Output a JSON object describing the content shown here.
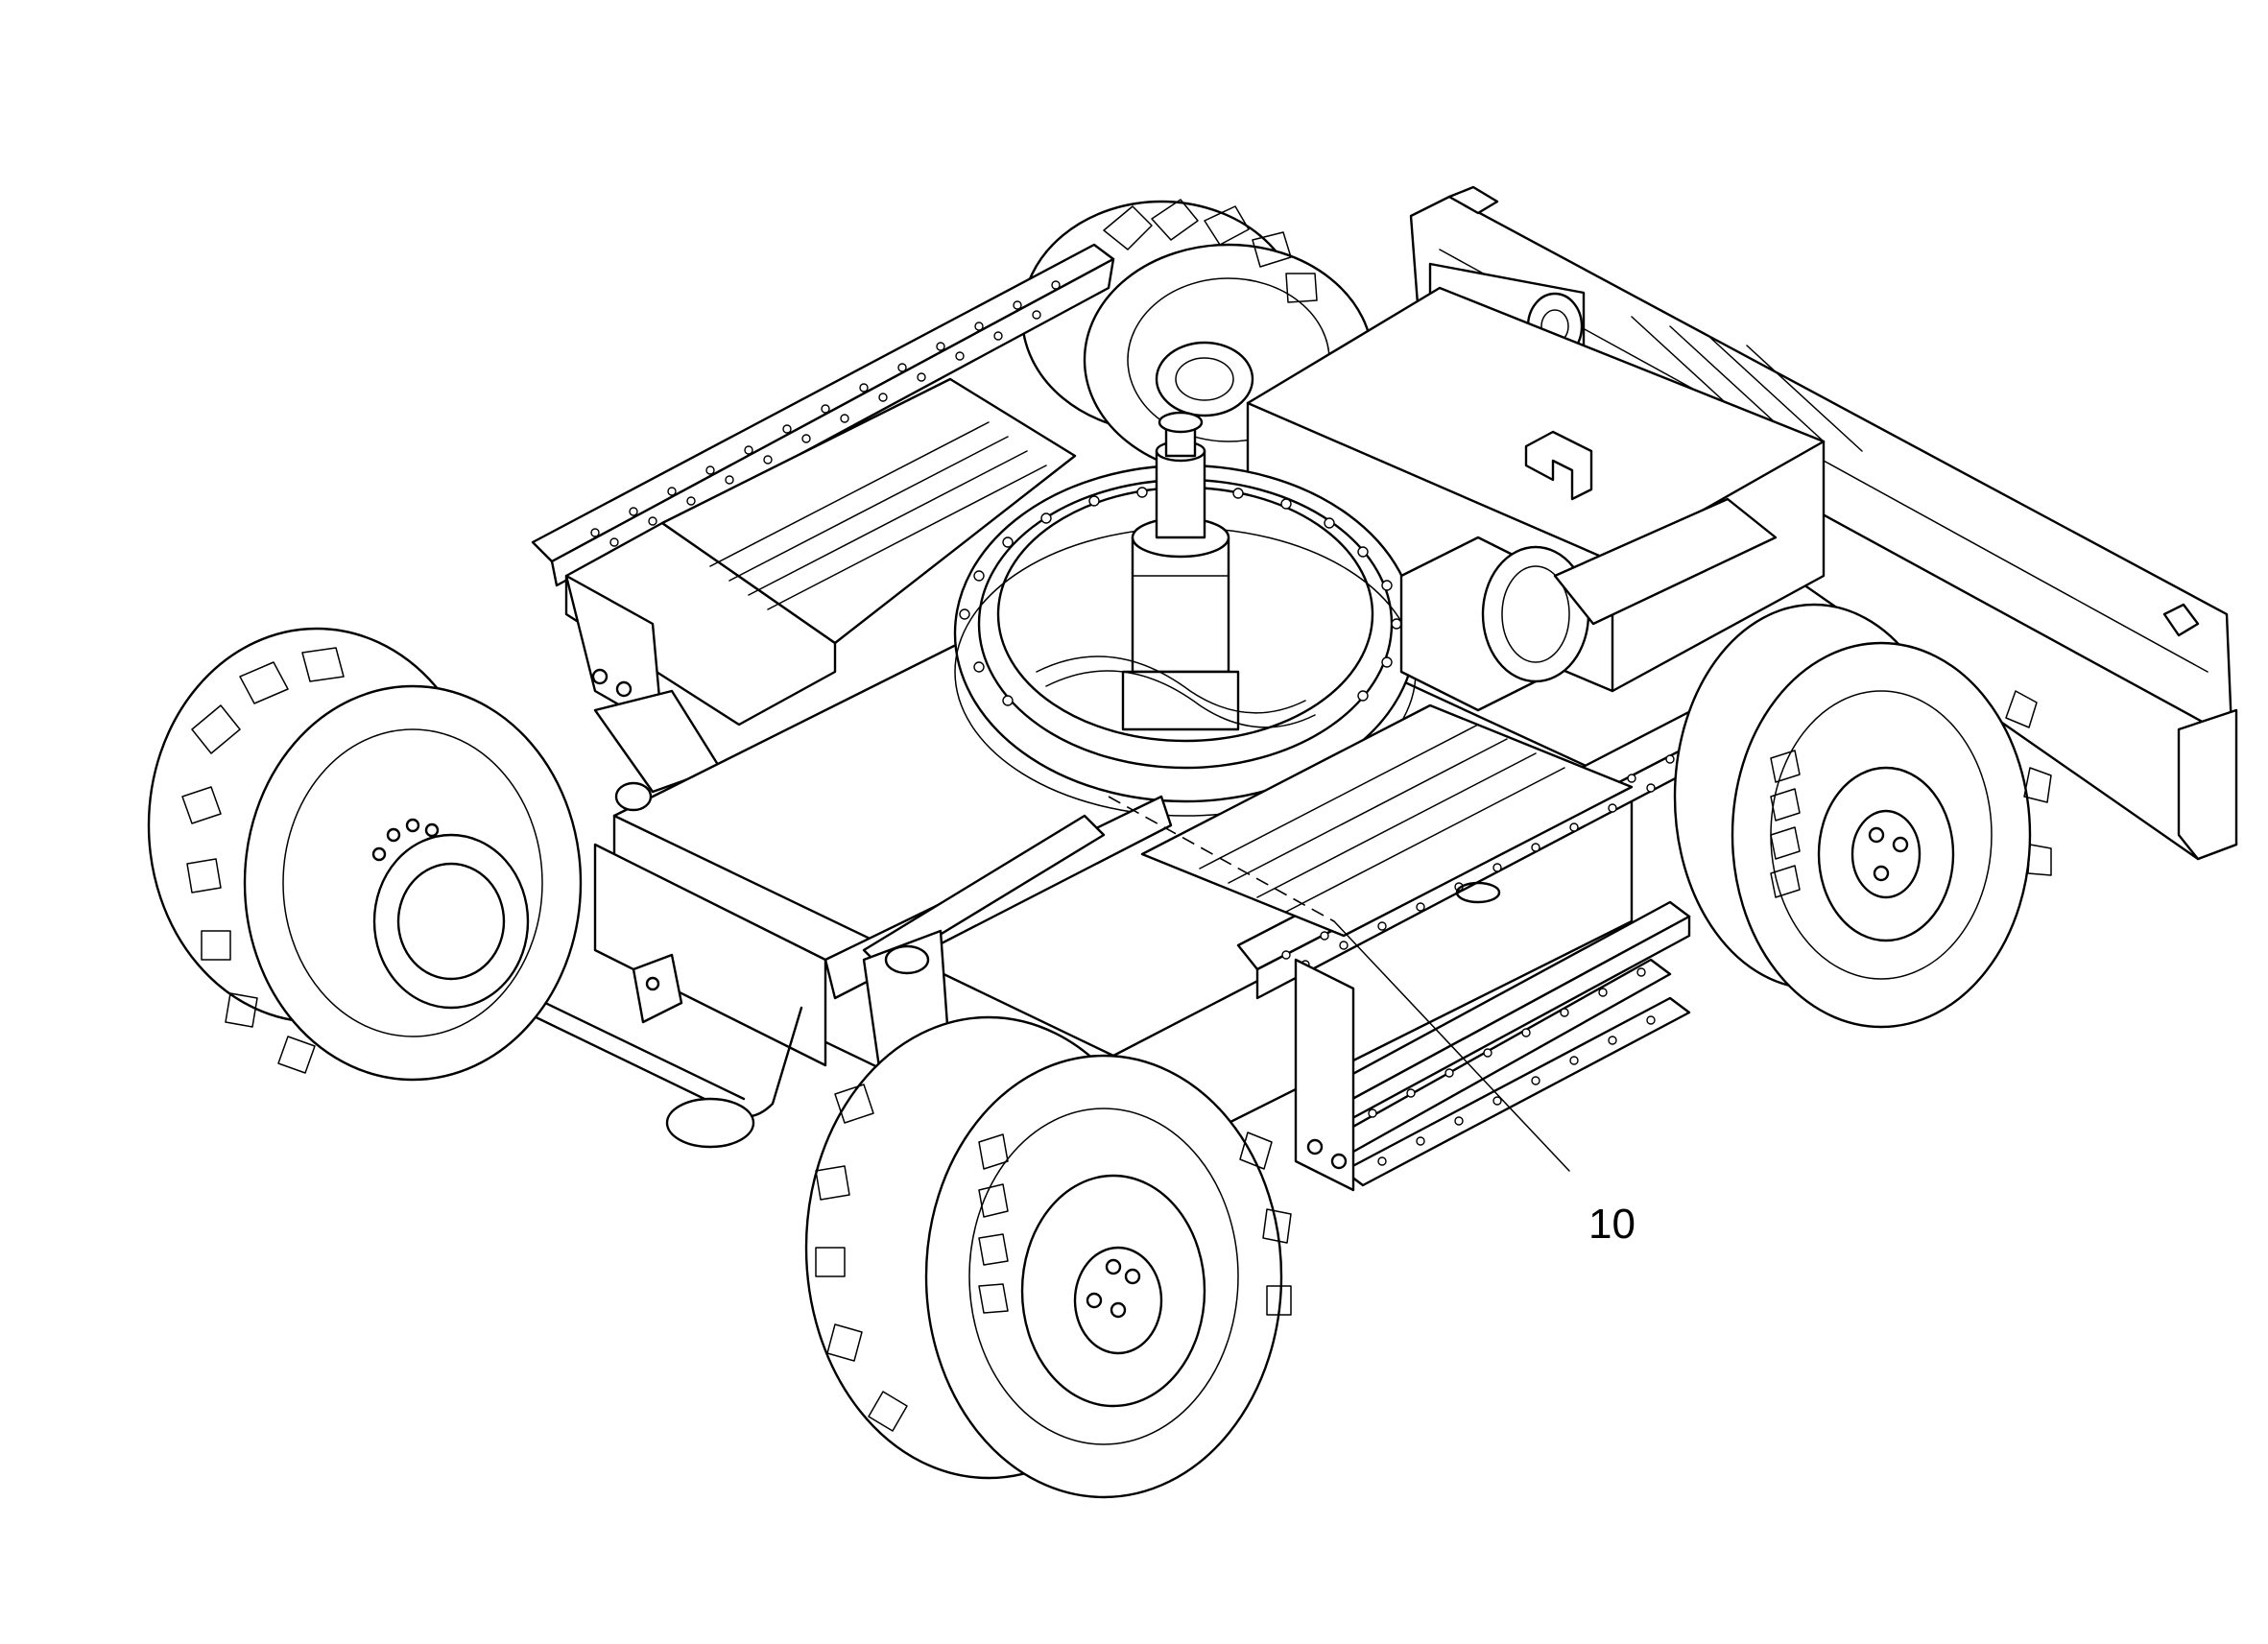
{
  "diagram": {
    "callouts": [
      {
        "id": "callout-10",
        "label": "10"
      }
    ]
  },
  "icons": {
    "logo": "volvo-style-hook-logo"
  }
}
